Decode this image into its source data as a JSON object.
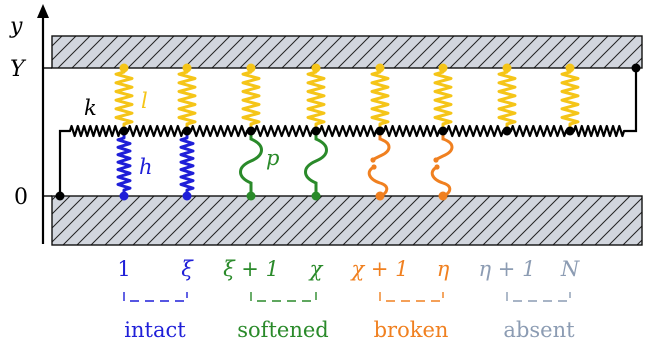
{
  "axes": {
    "y_label": "y",
    "y_tick_top": "Y",
    "y_tick_bottom": "0"
  },
  "springs": {
    "k": "k",
    "l": "l",
    "h": "h",
    "p": "p"
  },
  "indices": {
    "intact_start": "1",
    "intact_end": "ξ",
    "softened_start": "ξ + 1",
    "softened_end": "χ",
    "broken_start": "χ + 1",
    "broken_end": "η",
    "absent_start": "η + 1",
    "absent_end": "N"
  },
  "groups": {
    "intact": "intact",
    "softened": "softened",
    "broken": "broken",
    "absent": "absent"
  },
  "colors": {
    "intact": "#1f1fd8",
    "softened": "#2a8a2a",
    "broken": "#f08020",
    "absent": "#8c9cb3",
    "upper_spring": "#f5c518",
    "hatch_fill": "#d2d6de"
  }
}
